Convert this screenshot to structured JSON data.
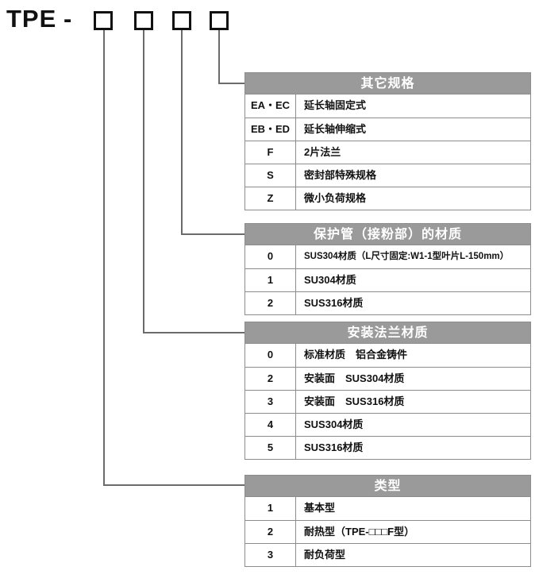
{
  "header": {
    "prefix": "TPE",
    "dash": "-",
    "boxes": [
      "",
      "",
      "",
      ""
    ]
  },
  "tables": [
    {
      "title": "其它规格",
      "rows": [
        {
          "code": "EA・EC",
          "desc": "延长轴固定式"
        },
        {
          "code": "EB・ED",
          "desc": "延长轴伸缩式"
        },
        {
          "code": "F",
          "desc": "2片法兰"
        },
        {
          "code": "S",
          "desc": "密封部特殊规格"
        },
        {
          "code": "Z",
          "desc": "微小负荷规格"
        }
      ]
    },
    {
      "title": "保护管（接粉部）的材质",
      "rows": [
        {
          "code": "0",
          "desc": "SUS304材质（L尺寸固定:W1-1型叶片L-150mm）",
          "small": true
        },
        {
          "code": "1",
          "desc": "SU304材质"
        },
        {
          "code": "2",
          "desc": "SUS316材质"
        }
      ]
    },
    {
      "title": "安装法兰材质",
      "rows": [
        {
          "code": "0",
          "desc": "标准材质　铝合金铸件"
        },
        {
          "code": "2",
          "desc": "安装面　SUS304材质"
        },
        {
          "code": "3",
          "desc": "安装面　SUS316材质"
        },
        {
          "code": "4",
          "desc": "SUS304材质"
        },
        {
          "code": "5",
          "desc": "SUS316材质"
        }
      ]
    },
    {
      "title": "类型",
      "rows": [
        {
          "code": "1",
          "desc": "基本型"
        },
        {
          "code": "2",
          "desc": "耐热型（TPE-□□□F型）"
        },
        {
          "code": "3",
          "desc": "耐负荷型"
        }
      ]
    }
  ],
  "colors": {
    "header_fill": "#9a9a9a",
    "border": "#8c8c8c",
    "line": "#6b6b6b",
    "text": "#111111"
  }
}
